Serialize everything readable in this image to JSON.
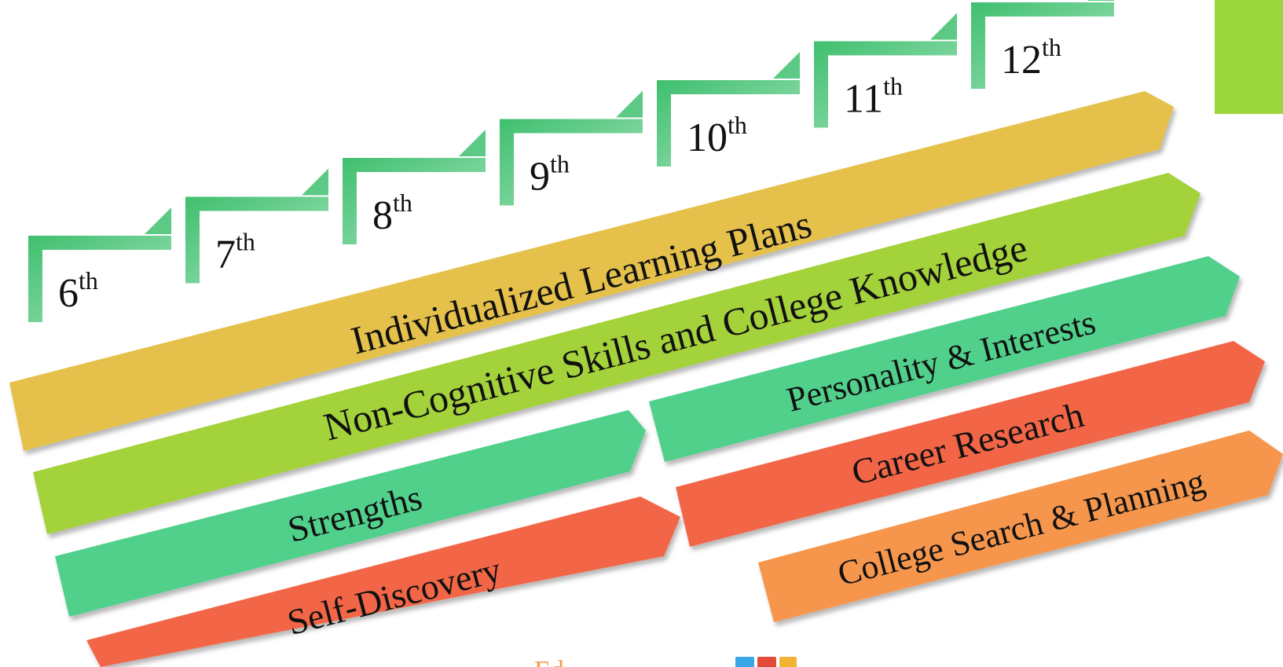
{
  "colors": {
    "step_dark": "#3fbf6e",
    "step_light": "#a6e4bd",
    "corner_green": "#9bd63c",
    "yellow": "#e5c14c",
    "lime": "#a4d23a",
    "teal": "#51d08c",
    "red": "#f26646",
    "orange": "#f6964e",
    "footer": "#f39c4a",
    "footer_icon_blue": "#3aa6e6",
    "footer_icon_red": "#e24b3a",
    "footer_icon_yellow": "#f2b233"
  },
  "grades": [
    {
      "num": "6",
      "sup": "th"
    },
    {
      "num": "7",
      "sup": "th"
    },
    {
      "num": "8",
      "sup": "th"
    },
    {
      "num": "9",
      "sup": "th"
    },
    {
      "num": "10",
      "sup": "th"
    },
    {
      "num": "11",
      "sup": "th"
    },
    {
      "num": "12",
      "sup": "th"
    }
  ],
  "bands": [
    {
      "label": "Individualized Learning Plans",
      "color": "yellow"
    },
    {
      "label": "Non-Cognitive Skills and College Knowledge",
      "color": "lime"
    },
    {
      "label": "Strengths",
      "color": "teal"
    },
    {
      "label": "Personality & Interests",
      "color": "teal"
    },
    {
      "label": "Career Research",
      "color": "red"
    },
    {
      "label": "Self-Discovery",
      "color": "red"
    },
    {
      "label": "College Search & Planning",
      "color": "orange"
    }
  ],
  "footer": {
    "text": "Ed"
  }
}
